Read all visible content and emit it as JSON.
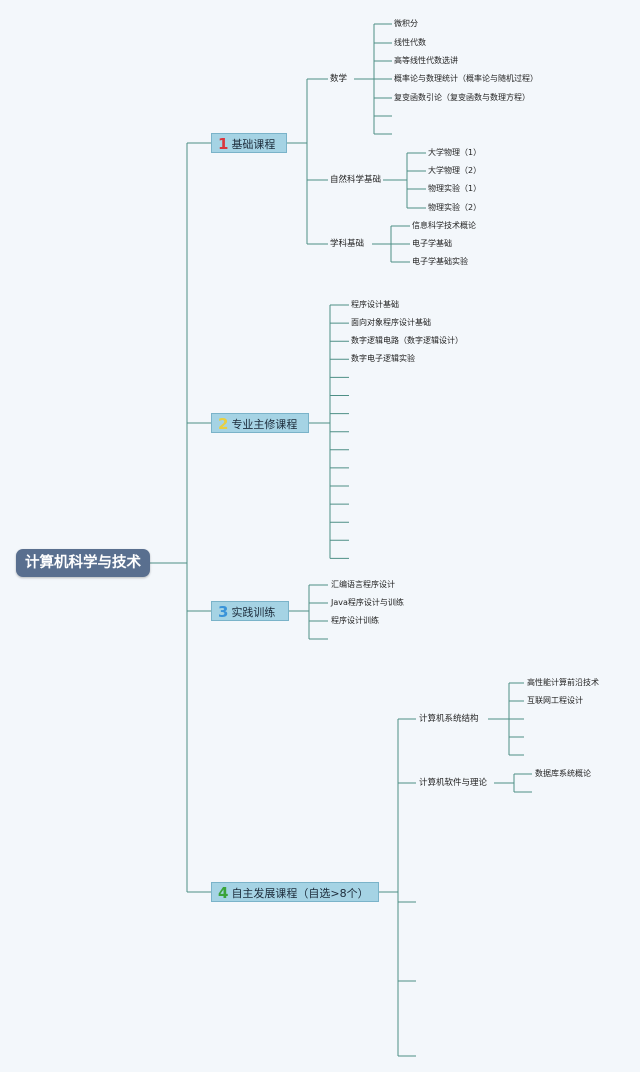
{
  "root": "计算机科学与技术",
  "colors": {
    "line": "#4e8f86",
    "root_bg": "#596f8f",
    "section_bg": "#a5d3e4",
    "num1": "#d9353d",
    "num2": "#e8cf42",
    "num3": "#3a93d9",
    "num4": "#3aa33a"
  },
  "sections": [
    {
      "num": "1",
      "label": "基础课程",
      "groups": [
        {
          "label": "数学",
          "items": [
            "微积分",
            "线性代数",
            "高等线性代数选讲",
            "概率论与数理统计（概率论与随机过程）",
            "复变函数引论（复变函数与数理方程）",
            "",
            ""
          ]
        },
        {
          "label": "自然科学基础",
          "items": [
            "大学物理（1）",
            "大学物理（2）",
            "物理实验（1）",
            "物理实验（2）"
          ]
        },
        {
          "label": "学科基础",
          "items": [
            "信息科学技术概论",
            "电子学基础",
            "电子学基础实验"
          ]
        }
      ]
    },
    {
      "num": "2",
      "label": "专业主修课程",
      "items": [
        "程序设计基础",
        "面向对象程序设计基础",
        "数字逻辑电路（数字逻辑设计）",
        "数字电子逻辑实验",
        "",
        "",
        "",
        "",
        "",
        "",
        "",
        "",
        "",
        "",
        ""
      ]
    },
    {
      "num": "3",
      "label": "实践训练",
      "items": [
        "汇编语言程序设计",
        "Java程序设计与训练",
        "程序设计训练",
        ""
      ]
    },
    {
      "num": "4",
      "label": "自主发展课程（自选>8个）",
      "groups": [
        {
          "label": "计算机系统结构",
          "items": [
            "高性能计算前沿技术",
            "互联网工程设计",
            "",
            "",
            ""
          ]
        },
        {
          "label": "计算机软件与理论",
          "items": [
            "数据库系统概论",
            ""
          ]
        }
      ],
      "items": [
        "",
        "",
        ""
      ]
    }
  ]
}
